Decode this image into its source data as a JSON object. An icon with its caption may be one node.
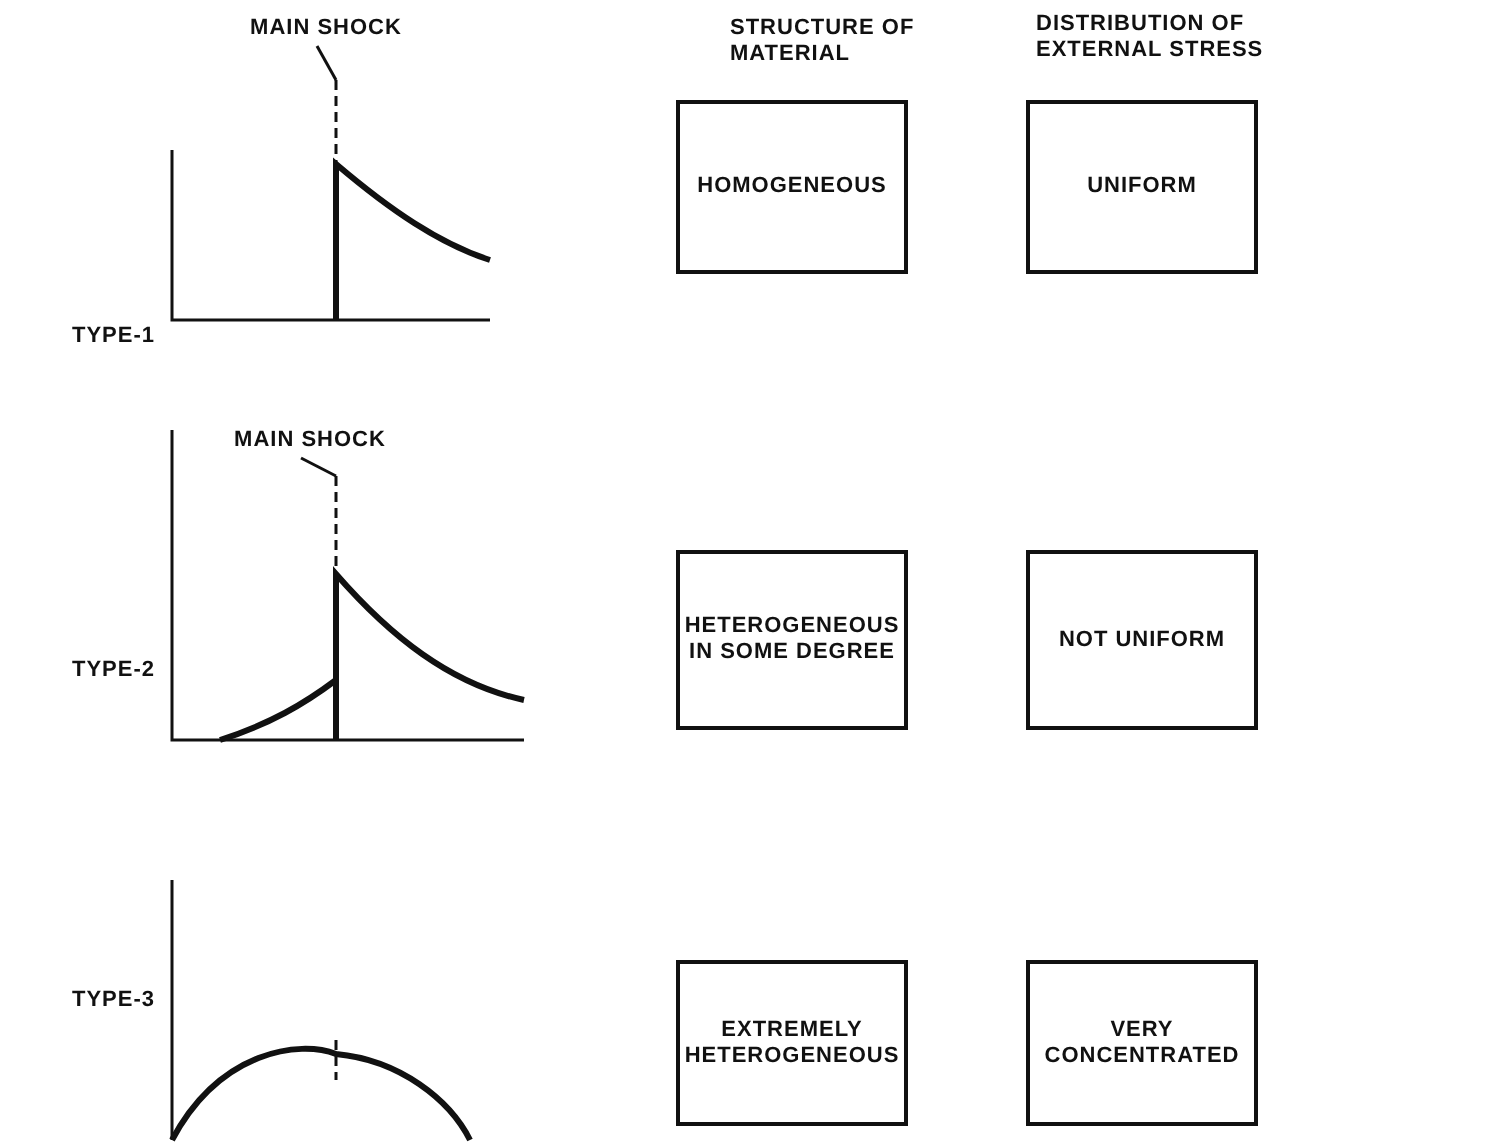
{
  "diagram": {
    "nodes": [
      {
        "text": [
          "MAIN SHOCK"
        ]
      },
      {
        "text": [
          "HOMOGENEOUS"
        ]
      },
      {
        "text": [
          "UNIFORM"
        ]
      },
      {
        "text": [
          "MAIN SHOCK"
        ]
      },
      {
        "text": [
          "HETEROGENEOUS IN SOME DEGREE"
        ]
      },
      {
        "text": [
          "NOT UNIFORM"
        ]
      },
      {
        "text": [
          "EXTREMELY HETEROGENEOUS"
        ]
      },
      {
        "text": [
          "VERY CONCENTRATED"
        ]
      }
    ],
    "edges": [
      {
        "from": 0,
        "to": null,
        "arrow": "none"
      },
      {
        "from": 3,
        "to": null,
        "arrow": "none"
      }
    ],
    "labels": [
      "STRUCTURE OF MATERIAL",
      "DISTRIBUTION OF EXTERNAL STRESS",
      "TYPE-1",
      "TYPE-2",
      "TYPE-3"
    ]
  }
}
